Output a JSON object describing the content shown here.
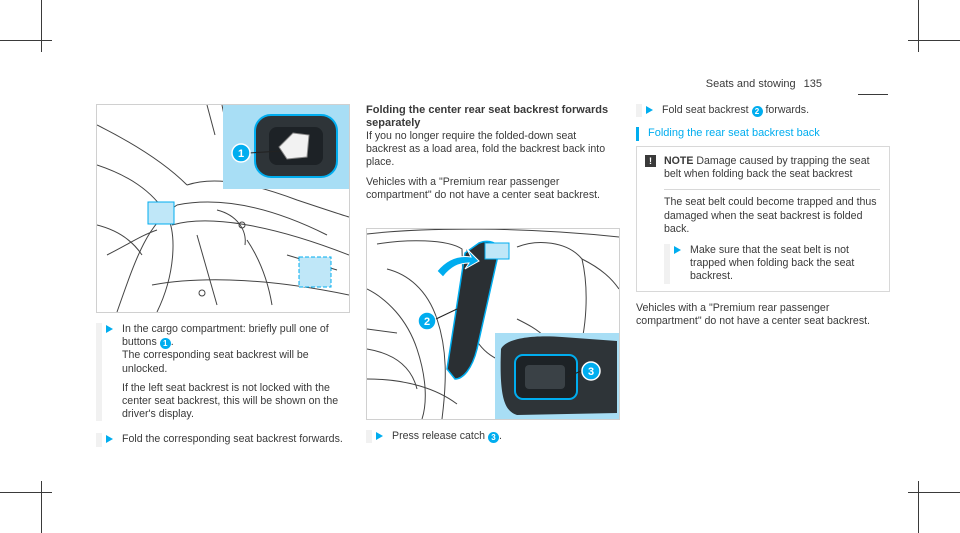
{
  "header": {
    "section": "Seats and stowing",
    "page_number": "135"
  },
  "figure_left": {
    "callouts": [
      "1"
    ]
  },
  "col1": {
    "step1": {
      "text_a": "In the cargo compartment: briefly pull one of buttons",
      "callout": "1",
      "text_b": ".",
      "line2": "The corresponding seat backrest will be unlocked.",
      "line3": "If the left seat backrest is not locked with the center seat backrest, this will be shown on the driver's display."
    },
    "step2": {
      "text": "Fold the corresponding seat backrest forwards."
    }
  },
  "col2": {
    "heading": "Folding the center rear seat backrest forwards separately",
    "para1": "If you no longer require the folded-down seat backrest as a load area, fold the backrest back into place.",
    "para2": "Vehicles with a \"Premium rear passenger compartment\" do not have a center seat backrest.",
    "figure": {
      "callouts": [
        "2",
        "3"
      ]
    },
    "step": {
      "text_a": "Press release catch",
      "callout": "3",
      "text_b": "."
    }
  },
  "col3": {
    "step": {
      "text_a": "Fold seat backrest",
      "callout": "2",
      "text_b": "forwards."
    },
    "subheading": "Folding the rear seat backrest back",
    "notice": {
      "icon": "!",
      "label": "NOTE",
      "text": "Damage caused by trapping the seat belt when folding back the seat backrest",
      "body": "The seat belt could become trapped and thus damaged when the seat backrest is folded back.",
      "action": "Make sure that the seat belt is not trapped when folding back the seat backrest."
    },
    "para": "Vehicles with a \"Premium rear passenger compartment\" do not have a center seat backrest."
  },
  "colors": {
    "accent": "#00adef",
    "text": "#3a3a3a"
  }
}
